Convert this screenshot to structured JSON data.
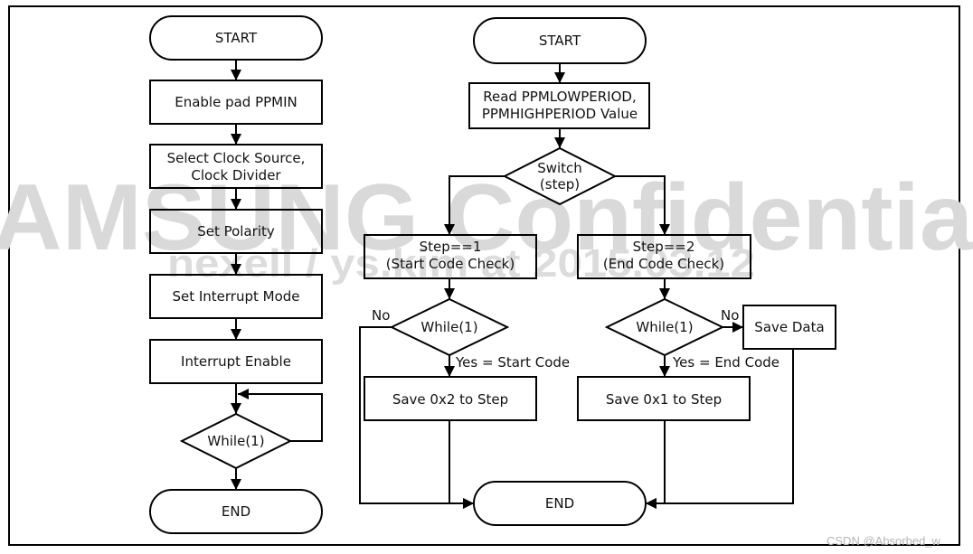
{
  "watermark": {
    "line1": "AMSUNG Confidentia",
    "line2": "nexell / ys.kim at 2015.03.12"
  },
  "credit": "CSDN @Absorbed_w",
  "left_flow": {
    "start": "START",
    "enable_pad": "Enable pad PPMIN",
    "select_clock_line1": "Select Clock Source,",
    "select_clock_line2": "Clock Divider",
    "set_polarity": "Set Polarity",
    "set_interrupt_mode": "Set Interrupt Mode",
    "interrupt_enable": "Interrupt Enable",
    "while": "While(1)",
    "end": "END"
  },
  "right_flow": {
    "start": "START",
    "read_line1": "Read PPMLOWPERIOD,",
    "read_line2": "PPMHIGHPERIOD Value",
    "switch_line1": "Switch",
    "switch_line2": "(step)",
    "step1_line1": "Step==1",
    "step1_line2": "(Start Code Check)",
    "step2_line1": "Step==2",
    "step2_line2": "(End Code Check)",
    "while_a": "While(1)",
    "while_b": "While(1)",
    "no_a": "No",
    "no_b": "No",
    "yes_start": "Yes = Start Code",
    "yes_end": "Yes = End Code",
    "save_0x2": "Save 0x2 to Step",
    "save_0x1": "Save 0x1 to Step",
    "save_data": "Save Data",
    "end": "END"
  }
}
